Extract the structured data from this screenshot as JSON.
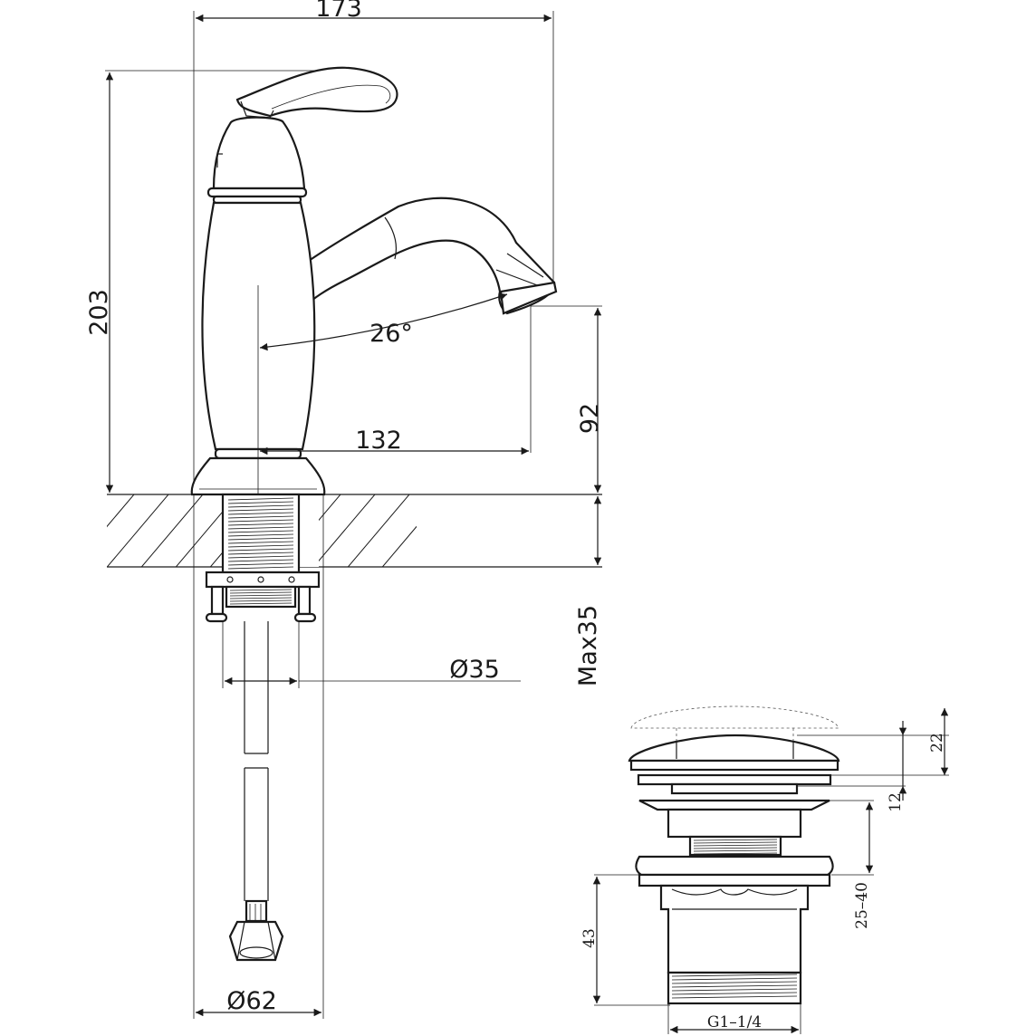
{
  "faucet": {
    "dimensions": {
      "width": "173",
      "height": "203",
      "spout_height": "92",
      "reach": "132",
      "angle": "26°",
      "max_thickness": "Max35",
      "hole_diameter": "Ø35",
      "base_diameter": "Ø62"
    }
  },
  "drain": {
    "dimensions": {
      "cap_height": "22",
      "flange_height": "12",
      "adjust_range": "25–40",
      "body_height": "43",
      "thread": "G1–1/4"
    }
  },
  "colors": {
    "line": "#1a1a1a",
    "background": "#ffffff"
  }
}
